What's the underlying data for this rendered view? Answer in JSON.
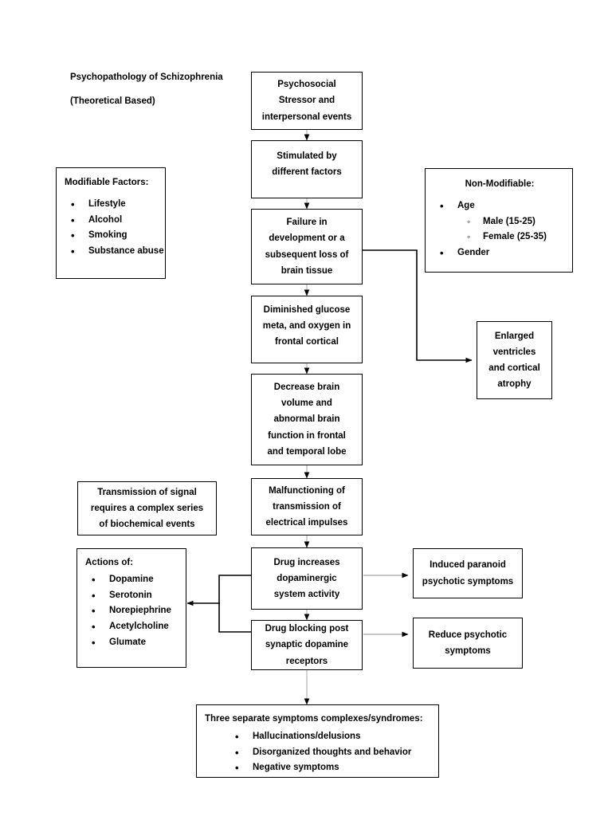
{
  "title_block": {
    "line1": "Psychopathology of Schizophrenia",
    "line2": "(Theoretical Based)"
  },
  "colors": {
    "box_border": "#000000",
    "text": "#000000",
    "background": "#ffffff",
    "connector_dark": "#000000",
    "connector_light": "#b3b3b3"
  },
  "nodes": {
    "psychosocial_stressor": {
      "lines": [
        "Psychosocial",
        "Stressor  and",
        "interpersonal events"
      ]
    },
    "stimulated": {
      "lines": [
        "Stimulated by",
        "different factors"
      ]
    },
    "failure_development": {
      "lines": [
        "Failure in",
        "development or a",
        "subsequent loss of",
        "brain tissue"
      ]
    },
    "diminished_glucose": {
      "lines": [
        "Diminished glucose",
        "meta, and oxygen in",
        "frontal cortical"
      ]
    },
    "decrease_brain_volume": {
      "lines": [
        "Decrease brain",
        "volume and",
        "abnormal brain",
        "function in frontal",
        "and temporal lobe"
      ]
    },
    "malfunctioning_transmission": {
      "lines": [
        "Malfunctioning of",
        "transmission of",
        "electrical impulses"
      ]
    },
    "drug_increases": {
      "lines": [
        "Drug increases",
        "dopaminergic",
        "system activity"
      ]
    },
    "drug_blocking": {
      "lines": [
        "Drug blocking post",
        "synaptic dopamine",
        "receptors"
      ]
    },
    "enlarged_ventricles": {
      "lines": [
        "Enlarged",
        "ventricles",
        "and cortical",
        "atrophy"
      ]
    },
    "transmission_signal": {
      "lines": [
        "Transmission of signal",
        "requires a complex series",
        "of biochemical events"
      ]
    },
    "induced_paranoid": {
      "lines": [
        "Induced paranoid",
        "psychotic symptoms"
      ]
    },
    "reduce_psychotic": {
      "lines": [
        "Reduce psychotic",
        "symptoms"
      ]
    }
  },
  "modifiable_factors": {
    "heading": "Modifiable Factors:",
    "items": [
      "Lifestyle",
      "Alcohol",
      "Smoking",
      "Substance abuse"
    ]
  },
  "non_modifiable": {
    "heading": "Non-Modifiable:",
    "items": [
      {
        "label": "Age",
        "level": 1
      },
      {
        "label": "Male (15-25)",
        "level": 2
      },
      {
        "label": "Female (25-35)",
        "level": 2
      },
      {
        "label": "Gender",
        "level": 1
      }
    ]
  },
  "actions_of": {
    "heading": "Actions of:",
    "items": [
      "Dopamine",
      "Serotonin",
      "Norepiephrine",
      "Acetylcholine",
      "Glumate"
    ]
  },
  "symptom_complexes": {
    "heading": "Three separate symptoms complexes/syndromes:",
    "items": [
      "Hallucinations/delusions",
      "Disorganized thoughts and behavior",
      "Negative symptoms"
    ]
  }
}
